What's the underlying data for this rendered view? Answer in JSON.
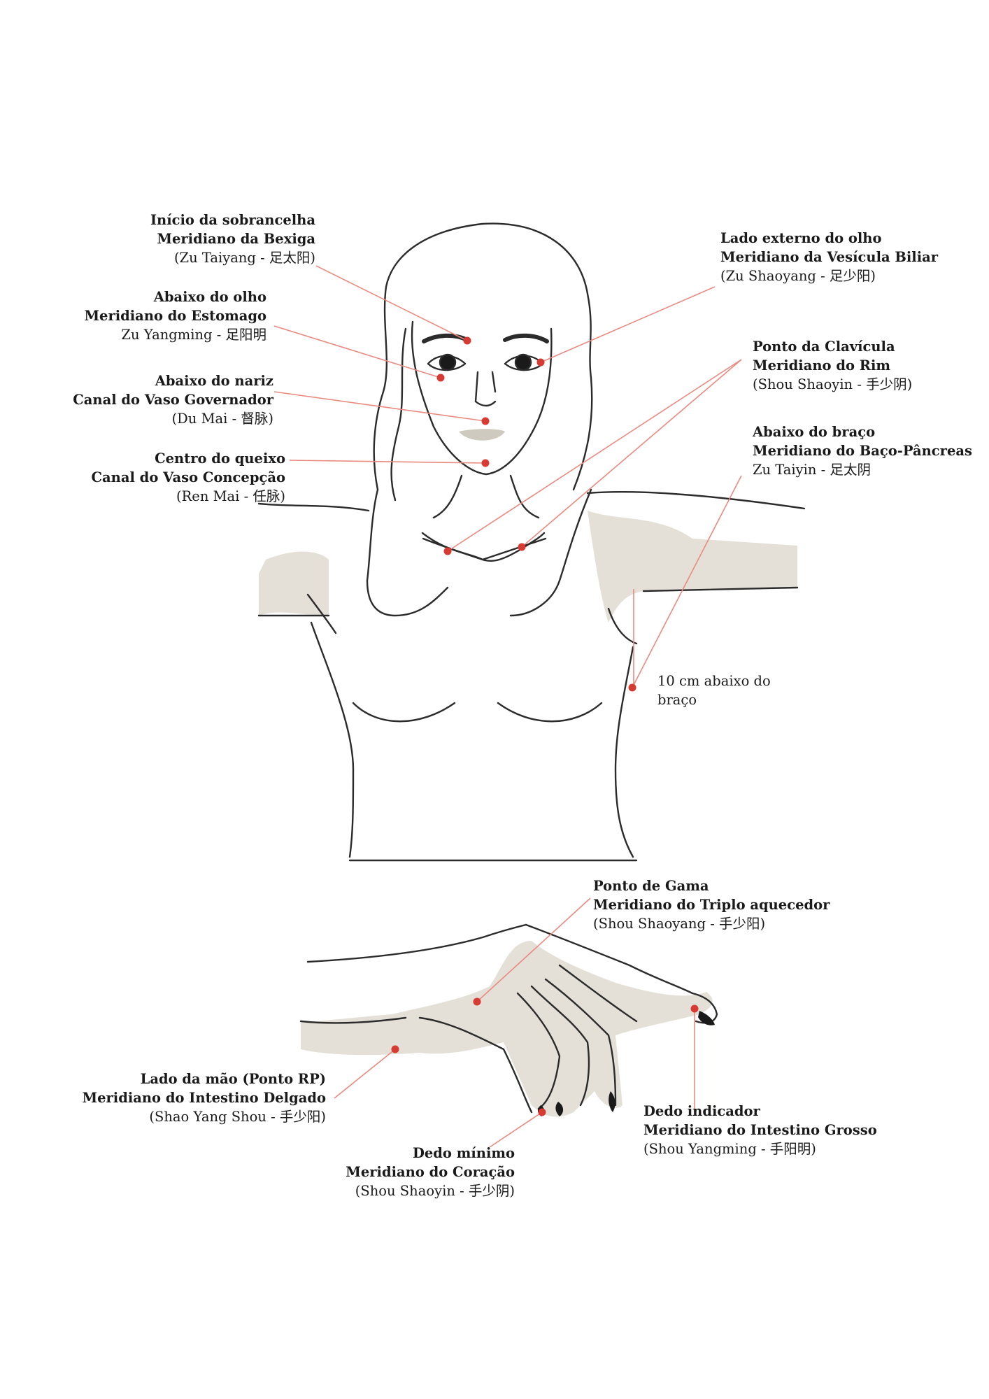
{
  "colors": {
    "outline": "#2b2b2b",
    "shade": "#e4e0d8",
    "point": "#d63a32",
    "leader": "#e98a80",
    "ink": "#1a1a1a"
  },
  "points": [
    {
      "id": "bladder",
      "line1": "Início da sobrancelha",
      "line2": "Meridiano da Bexiga",
      "line3": "(Zu Taiyang - 足太阳)"
    },
    {
      "id": "stomach",
      "line1": "Abaixo do olho",
      "line2": "Meridiano do Estomago",
      "line3": "Zu Yangming - 足阳明"
    },
    {
      "id": "governor",
      "line1": "Abaixo do nariz",
      "line2": "Canal do Vaso Governador",
      "line3": "(Du Mai - 督脉)"
    },
    {
      "id": "conception",
      "line1": "Centro do queixo",
      "line2": "Canal do Vaso Concepção",
      "line3": "(Ren Mai - 任脉)"
    },
    {
      "id": "gallbladder",
      "line1": "Lado externo do olho",
      "line2": "Meridiano da Vesícula Biliar",
      "line3": "(Zu Shaoyang - 足少阳)"
    },
    {
      "id": "kidney",
      "line1": "Ponto da Clavícula",
      "line2": "Meridiano do Rim",
      "line3": "(Shou Shaoyin - 手少阴)"
    },
    {
      "id": "spleen",
      "line1": "Abaixo do braço",
      "line2": "Meridiano do Baço-Pâncreas",
      "line3": "Zu Taiyin - 足太阴"
    },
    {
      "id": "underarm",
      "line1": "10 cm abaixo do",
      "line2": "braço",
      "line3": ""
    },
    {
      "id": "triple",
      "line1": "Ponto de Gama",
      "line2": "Meridiano do Triplo aquecedor",
      "line3": "(Shou Shaoyang - 手少阳)"
    },
    {
      "id": "small-intestine",
      "line1": "Lado da mão (Ponto RP)",
      "line2": "Meridiano do Intestino Delgado",
      "line3": "(Shao Yang Shou - 手少阳)"
    },
    {
      "id": "heart",
      "line1": "Dedo mínimo",
      "line2": "Meridiano do Coração",
      "line3": "(Shou Shaoyin - 手少阴)"
    },
    {
      "id": "large-intestine",
      "line1": "Dedo indicador",
      "line2": "Meridiano do Intestino Grosso",
      "line3": "(Shou Yangming - 手阳明)"
    }
  ]
}
